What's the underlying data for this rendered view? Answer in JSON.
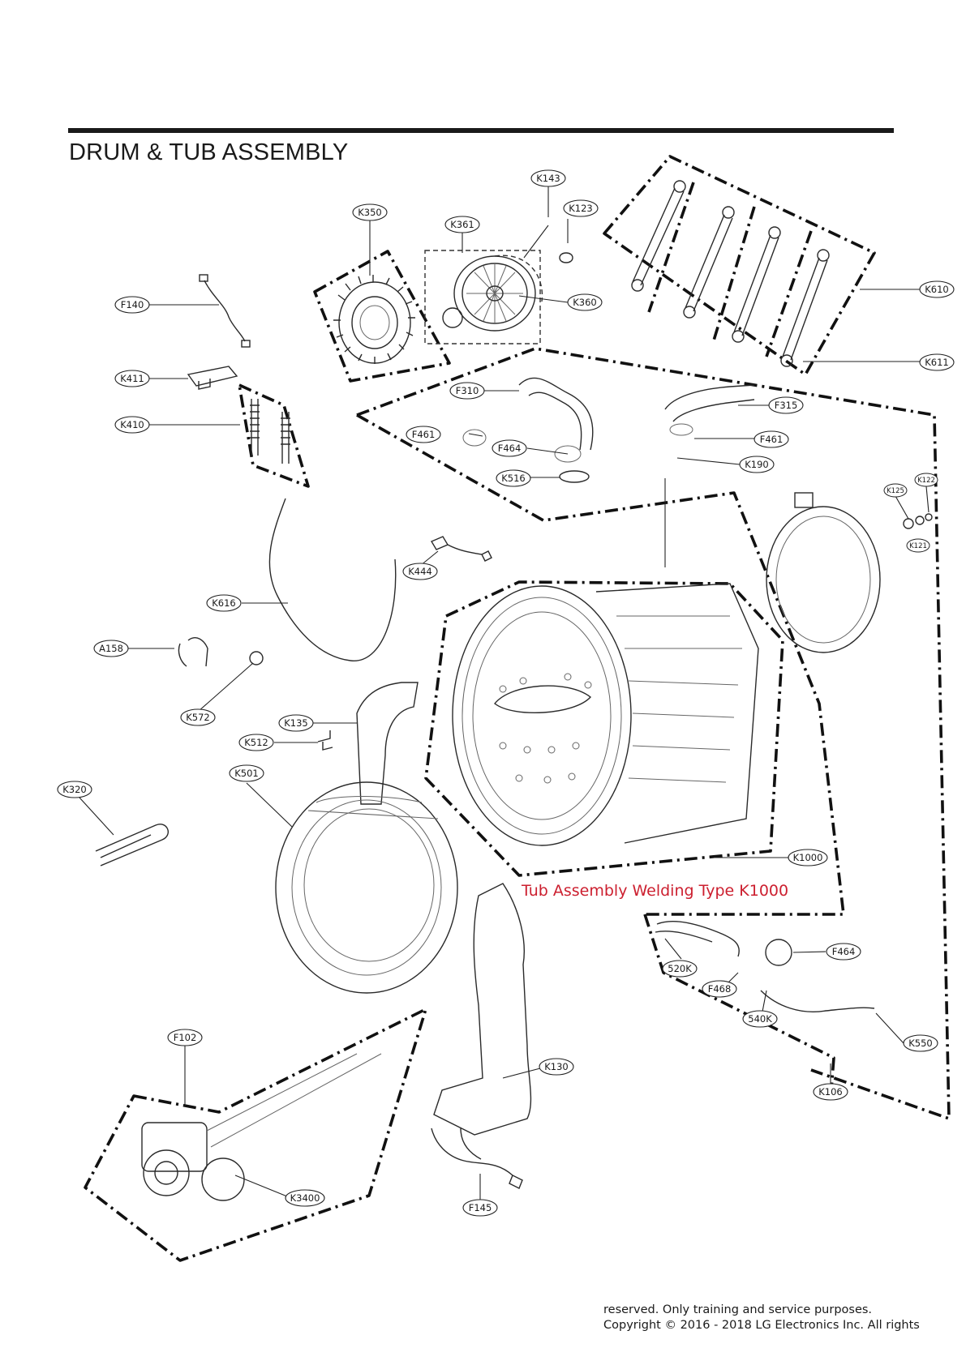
{
  "page": {
    "title": "DRUM & TUB ASSEMBLY"
  },
  "note": {
    "text": "Tub Assembly Welding Type K1000",
    "color": "#cc1f2f"
  },
  "footer": {
    "line1": "reserved. Only training and service purposes.",
    "line2": "Copyright © 2016 - 2018 LG Electronics Inc. All rights"
  },
  "callouts": {
    "k143": "K143",
    "k123": "K123",
    "k350": "K350",
    "k361": "K361",
    "k360": "K360",
    "k610": "K610",
    "k611": "K611",
    "f140": "F140",
    "k411": "K411",
    "k410": "K410",
    "f310": "F310",
    "f315": "F315",
    "f461a": "F461",
    "f461b": "F461",
    "f464a": "F464",
    "k516": "K516",
    "k190": "K190",
    "k125": "K125",
    "k122": "K122",
    "k121": "K121",
    "k444": "K444",
    "k616": "K616",
    "a158": "A158",
    "k572": "K572",
    "k135": "K135",
    "k512": "K512",
    "k501": "K501",
    "k320": "K320",
    "k1000": "K1000",
    "f464b": "F464",
    "k520": "520K",
    "f468": "F468",
    "k540": "540K",
    "k550": "K550",
    "k106": "K106",
    "k130": "K130",
    "f102": "F102",
    "k3400": "K3400",
    "f145": "F145"
  }
}
